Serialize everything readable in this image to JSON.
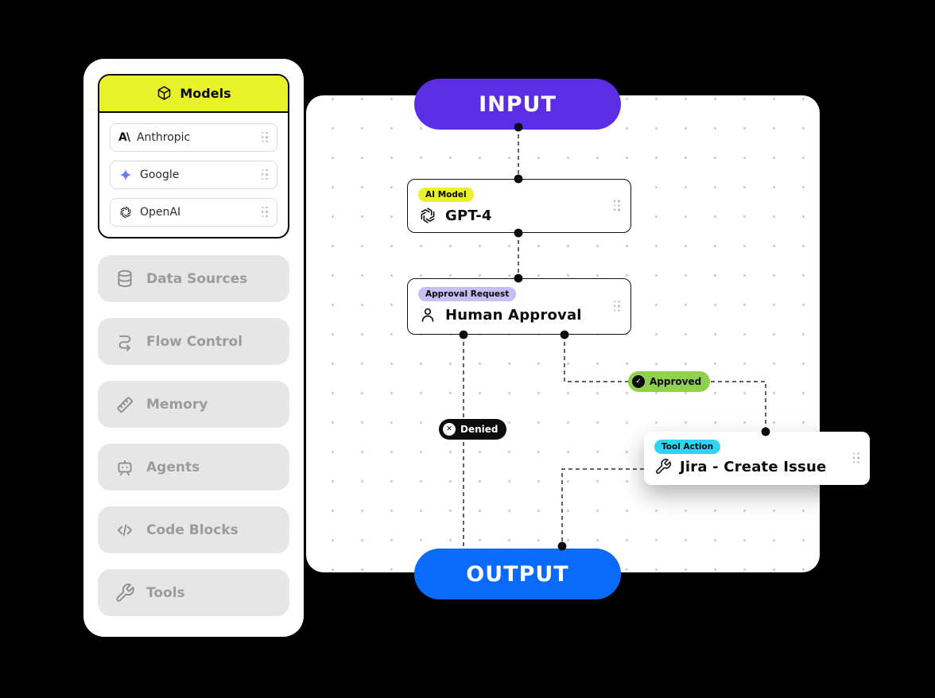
{
  "sidebar": {
    "models_panel": {
      "title": "Models",
      "items": [
        {
          "label": "Anthropic",
          "icon": "anthropic-logo",
          "glyph": "A\\"
        },
        {
          "label": "Google",
          "icon": "gemini-star"
        },
        {
          "label": "OpenAI",
          "icon": "openai-knot"
        }
      ]
    },
    "categories": [
      {
        "label": "Data Sources",
        "icon": "database-icon"
      },
      {
        "label": "Flow Control",
        "icon": "flow-arrow-icon"
      },
      {
        "label": "Memory",
        "icon": "ruler-icon"
      },
      {
        "label": "Agents",
        "icon": "robot-icon"
      },
      {
        "label": "Code Blocks",
        "icon": "code-icon"
      },
      {
        "label": "Tools",
        "icon": "wrench-icon"
      }
    ]
  },
  "canvas": {
    "input_label": "INPUT",
    "output_label": "OUTPUT",
    "nodes": [
      {
        "badge": "AI Model",
        "title": "GPT-4",
        "icon": "openai-logo"
      },
      {
        "badge": "Approval Request",
        "title": "Human Approval",
        "icon": "person-icon"
      },
      {
        "badge": "Tool Action",
        "title": "Jira - Create Issue",
        "icon": "wrench-icon"
      }
    ],
    "edge_labels": [
      {
        "label": "Approved",
        "icon": "check-circle-icon"
      },
      {
        "label": "Denied",
        "icon": "x-circle-icon"
      }
    ]
  },
  "colors": {
    "background": "#000000",
    "accent_yellow": "#E9F127",
    "input_purple": "#5B2EE5",
    "output_blue": "#0A6BFA",
    "badge_lavender": "#C9BEF4",
    "badge_cyan": "#2ED4F6",
    "approved_green": "#8FD14F",
    "denied_black": "#0D0D0D",
    "disabled_gray": "#E6E6E6"
  }
}
